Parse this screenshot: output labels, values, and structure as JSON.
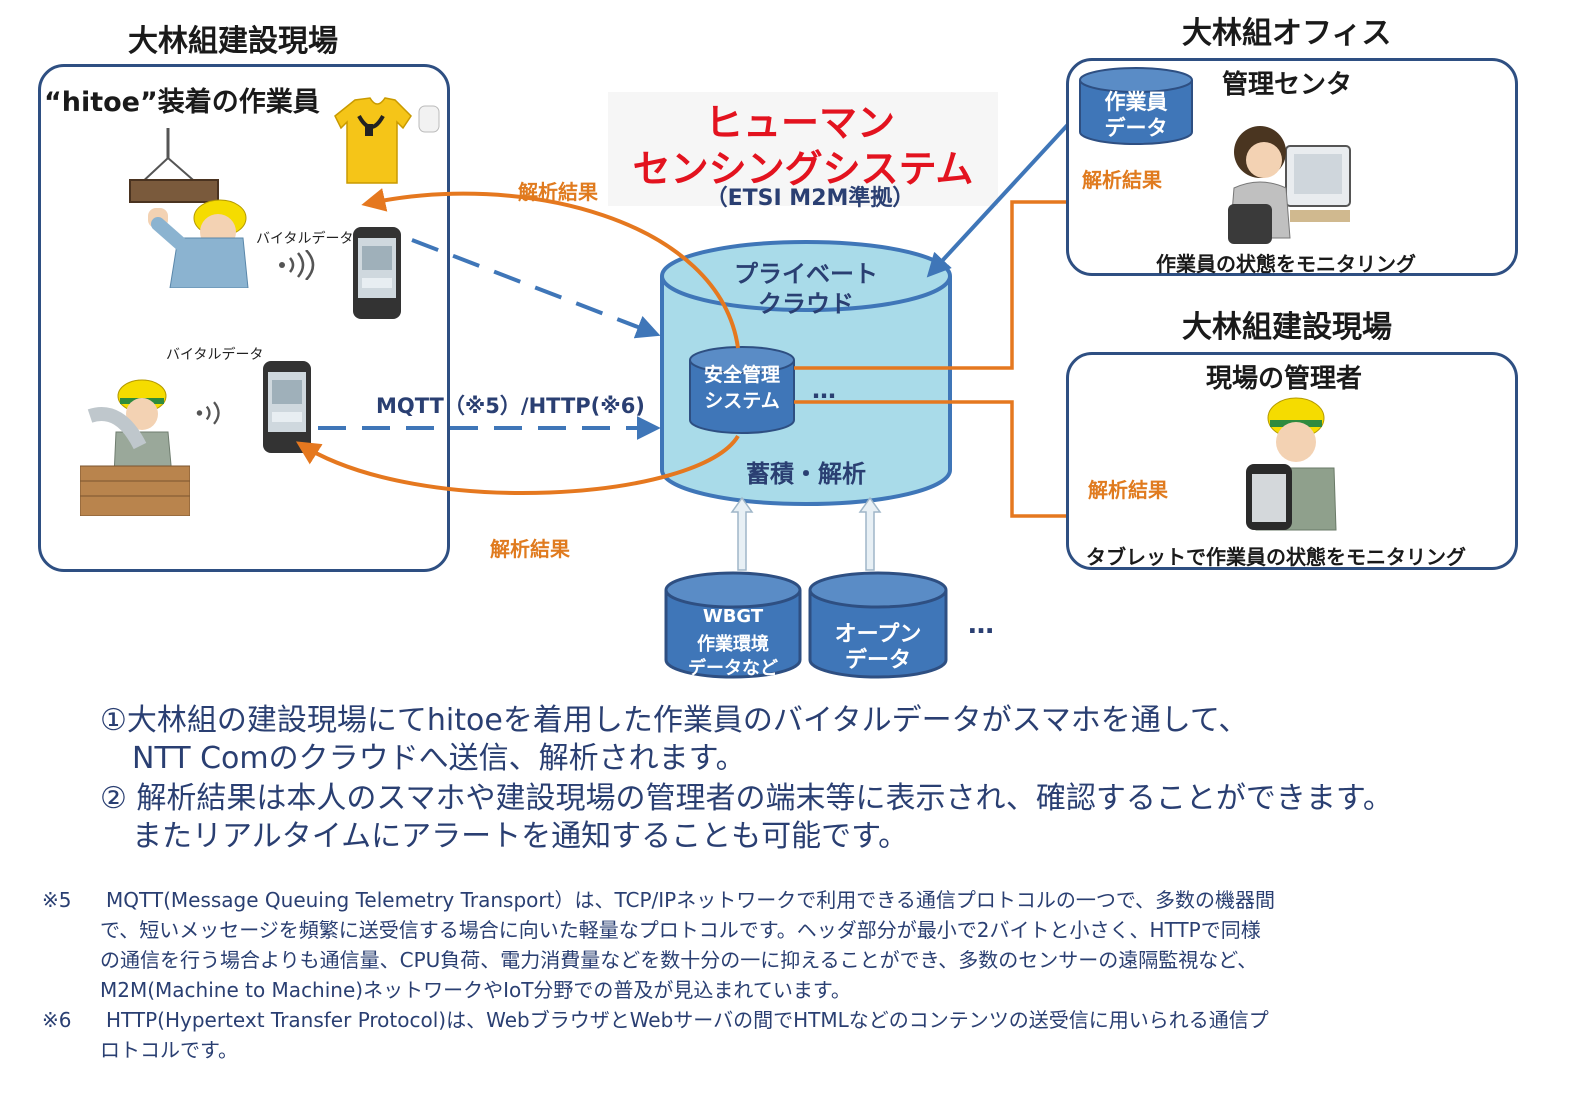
{
  "site_left": {
    "heading": "大林組建設現場",
    "worker_title": "“hitoe”装着の作業員",
    "vital_label_1": "バイタルデータ",
    "vital_label_2": "バイタルデータ"
  },
  "center": {
    "system_name_line1": "ヒューマン",
    "system_name_line2": "センシングシステム",
    "system_standard": "（ETSI M2M準拠）",
    "cloud_label_line1": "プライベート",
    "cloud_label_line2": "クラウド",
    "safety_system_line1": "安全管理",
    "safety_system_line2": "システム",
    "ellipsis": "…",
    "storage_label": "蓄積・解析",
    "protocol_label": "MQTT（※5）/HTTP(※6)",
    "result_top": "解析結果",
    "result_bottom": "解析結果",
    "source_wbgt_line1": "WBGT",
    "source_wbgt_line2": "作業環境",
    "source_wbgt_line3": "データなど",
    "source_open_line1": "オープン",
    "source_open_line2": "データ",
    "source_ellipsis": "…"
  },
  "office": {
    "heading": "大林組オフィス",
    "center_title": "管理センタ",
    "db_line1": "作業員",
    "db_line2": "データ",
    "result_label": "解析結果",
    "caption": "作業員の状態をモニタリング"
  },
  "site_right": {
    "heading": "大林組建設現場",
    "manager_title": "現場の管理者",
    "result_label": "解析結果",
    "caption": "タブレットで作業員の状態をモニタリング"
  },
  "body_text": {
    "line1": "①大林組の建設現場にてhitoeを着用した作業員のバイタルデータがスマホを通して、",
    "line2": "NTT Comのクラウドへ送信、解析されます。",
    "line3": "② 解析結果は本人のスマホや建設現場の管理者の端末等に表示され、確認することができます。",
    "line4": "またリアルタイムにアラートを通知することも可能です。"
  },
  "notes": {
    "n5_mark": "※5",
    "n5_line1": "MQTT(Message Queuing Telemetry Transport）は、TCP/IPネットワークで利用できる通信プロトコルの一つで、多数の機器間",
    "n5_line2": "で、短いメッセージを頻繁に送受信する場合に向いた軽量なプロトコルです。ヘッダ部分が最小で2バイトと小さく、HTTPで同様",
    "n5_line3": "の通信を行う場合よりも通信量、CPU負荷、電力消費量などを数十分の一に抑えることができ、多数のセンサーの遠隔監視など、",
    "n5_line4": "M2M(Machine to Machine)ネットワークやIoT分野での普及が見込まれています。",
    "n6_mark": "※6",
    "n6_line1": "HTTP(Hypertext Transfer Protocol)は、WebブラウザとWebサーバの間でHTMLなどのコンテンツの送受信に用いられる通信プ",
    "n6_line2": "ロトコルです。"
  },
  "colors": {
    "navy": "#2e4f82",
    "cylinder_fill": "#a9dbe9",
    "db_fill": "#3f76b8",
    "arrow_orange": "#e5781f",
    "arrow_blue": "#3f76b8",
    "title_red": "#e3131f",
    "text_blue": "#2a3f72"
  }
}
